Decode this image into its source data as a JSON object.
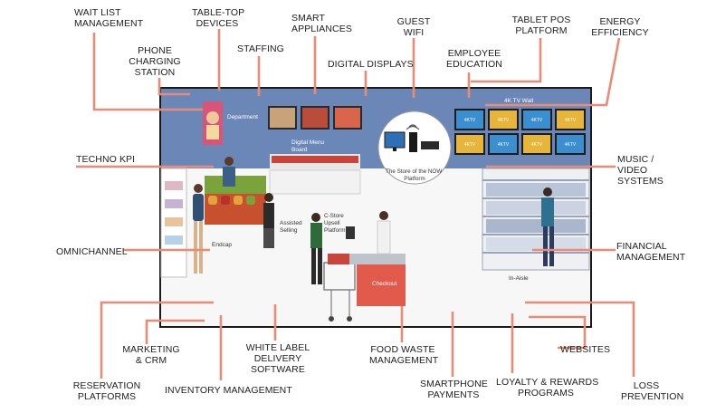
{
  "colors": {
    "connector": "#e98b76",
    "wall": "#6b87b8",
    "floor": "#ffffff",
    "frame": "#1a1a1a"
  },
  "labels": {
    "wait_list": "WAIT LIST\nMANAGEMENT",
    "table_top": "TABLE-TOP\nDEVICES",
    "phone_charging": "PHONE\nCHARGING\nSTATION",
    "staffing": "STAFFING",
    "smart_appliances": "SMART\nAPPLIANCES",
    "digital_displays": "DIGITAL DISPLAYS",
    "guest_wifi": "GUEST\nWIFI",
    "employee_education": "EMPLOYEE\nEDUCATION",
    "tablet_pos": "TABLET POS\nPLATFORM",
    "energy_efficiency": "ENERGY\nEFFICIENCY",
    "techno_kpi": "TECHNO KPI",
    "music_video": "MUSIC /\nVIDEO\nSYSTEMS",
    "omnichannel": "OMNICHANNEL",
    "financial_management": "FINANCIAL\nMANAGEMENT",
    "marketing_crm": "MARKETING\n& CRM",
    "white_label": "WHITE LABEL\nDELIVERY\nSOFTWARE",
    "food_waste": "FOOD WASTE\nMANAGEMENT",
    "websites": "WEBSITES",
    "reservation": "RESERVATION\nPLATFORMS",
    "inventory": "INVENTORY MANAGEMENT",
    "smartphone_payments": "SMARTPHONE\nPAYMENTS",
    "loyalty": "LOYALTY & REWARDS\nPROGRAMS",
    "loss_prevention": "LOSS\nPREVENTION"
  },
  "scene": {
    "department": "Department",
    "digital_menu_board": "Digital Menu\nBoard",
    "tv_wall": "4K TV Wall",
    "now_platform": "The Store of the NOW\nPlatform",
    "assisted_selling": "Assisted\nSelling",
    "cstore_upsell": "C-Store\nUpsell\nPlatform",
    "endcap": "Endcap",
    "checkout": "Checkout",
    "in_aisle": "In-Aisle",
    "tv_brand": "4KTV"
  }
}
